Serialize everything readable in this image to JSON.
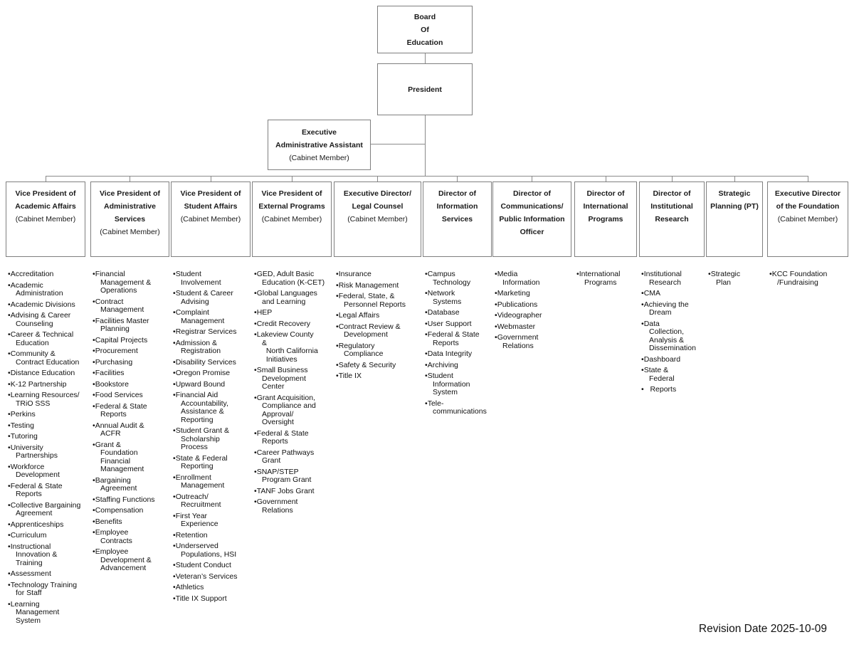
{
  "top": {
    "board": "Board\nOf\nEducation",
    "president": "President",
    "assistant": {
      "title": "Executive\nAdministrative Assistant",
      "subtitle": "(Cabinet Member)"
    }
  },
  "columns": [
    {
      "title": "Vice President of\nAcademic Affairs",
      "subtitle": "(Cabinet Member)",
      "items": [
        "Accreditation",
        "Academic\nAdministration",
        "Academic Divisions",
        "Advising & Career\nCounseling",
        "Career & Technical\nEducation",
        "Community &\nContract Education",
        "Distance Education",
        "K-12 Partnership",
        "Learning Resources/\nTRiO SSS",
        "Perkins",
        "Testing",
        "Tutoring",
        "University\nPartnerships",
        "Workforce\nDevelopment",
        "Federal & State\nReports",
        "Collective Bargaining\nAgreement",
        "Apprenticeships",
        "Curriculum",
        "Instructional\nInnovation &\nTraining",
        "Assessment",
        "Technology Training\nfor Staff",
        "Learning\nManagement\nSystem"
      ]
    },
    {
      "title": "Vice President of\nAdministrative\nServices",
      "subtitle": "(Cabinet Member)",
      "items": [
        "Financial\nManagement &\nOperations",
        "Contract\nManagement",
        "Facilities Master\nPlanning",
        "Capital Projects",
        "Procurement",
        "Purchasing",
        "Facilities",
        "Bookstore",
        "Food Services",
        "Federal & State\nReports",
        "Annual Audit &\nACFR",
        "Grant &\nFoundation\nFinancial\nManagement",
        "Bargaining\nAgreement",
        "Staffing Functions",
        "Compensation",
        "Benefits",
        "Employee\nContracts",
        "Employee\nDevelopment &\nAdvancement"
      ]
    },
    {
      "title": "Vice President of\nStudent Affairs",
      "subtitle": "(Cabinet Member)",
      "items": [
        "Student\nInvolvement",
        "Student & Career\nAdvising",
        "Complaint\nManagement",
        "Registrar Services",
        "Admission &\nRegistration",
        "Disability Services",
        "Oregon Promise",
        "Upward Bound",
        "Financial Aid\nAccountability,\nAssistance &\nReporting",
        "Student Grant &\nScholarship\nProcess",
        "State & Federal\nReporting",
        "Enrollment\nManagement",
        "Outreach/\nRecruitment",
        "First Year\nExperience",
        "Retention",
        "Underserved\nPopulations, HSI",
        "Student Conduct",
        "Veteran’s Services",
        "Athletics",
        "Title IX Support"
      ]
    },
    {
      "title": "Vice President of\nExternal Programs",
      "subtitle": "(Cabinet Member)",
      "items": [
        "GED, Adult Basic\nEducation (K-CET)",
        "Global Languages\nand Learning",
        "HEP",
        "Credit Recovery",
        "Lakeview County\n&\n  North California\n  Initiatives",
        "Small Business\nDevelopment\nCenter",
        "Grant Acquisition,\nCompliance and\nApproval/\nOversight",
        "Federal & State\nReports",
        "Career Pathways\nGrant",
        "SNAP/STEP\nProgram Grant",
        "TANF Jobs Grant",
        "Government\nRelations"
      ]
    },
    {
      "title": "Executive Director/\nLegal Counsel",
      "subtitle": "(Cabinet Member)",
      "items": [
        "Insurance",
        "Risk Management",
        "Federal, State, &\nPersonnel Reports",
        "Legal Affairs",
        "Contract Review &\nDevelopment",
        "Regulatory\nCompliance",
        "Safety & Security",
        "Title IX"
      ]
    },
    {
      "title": "Director of\nInformation\nServices",
      "subtitle": "",
      "items": [
        "Campus\nTechnology",
        "Network\nSystems",
        "Database",
        "User Support",
        "Federal & State\nReports",
        "Data Integrity",
        "Archiving",
        "Student\nInformation\nSystem",
        "Tele-\ncommunications"
      ]
    },
    {
      "title": "Director of\nCommunications/\nPublic Information\nOfficer",
      "subtitle": "",
      "items": [
        "Media\nInformation",
        "Marketing",
        "Publications",
        "Videographer",
        "Webmaster",
        "Government\nRelations"
      ]
    },
    {
      "title": "Director of\nInternational\nPrograms",
      "subtitle": "",
      "items": [
        "International\nPrograms"
      ]
    },
    {
      "title": "Director of\nInstitutional\nResearch",
      "subtitle": "",
      "items": [
        "Institutional\nResearch",
        "CMA",
        "Achieving the\nDream",
        "Data\nCollection,\nAnalysis &\nDissemination",
        "Dashboard",
        "State &\nFederal",
        "   Reports"
      ]
    },
    {
      "title": "Strategic\nPlanning (PT)",
      "subtitle": "",
      "items": [
        "Strategic\nPlan"
      ]
    },
    {
      "title": "Executive Director\nof the Foundation",
      "subtitle": "(Cabinet Member)",
      "items": [
        "KCC Foundation\n/Fundraising"
      ]
    }
  ],
  "footer": {
    "revision": "Revision Date 2025-10-09"
  }
}
